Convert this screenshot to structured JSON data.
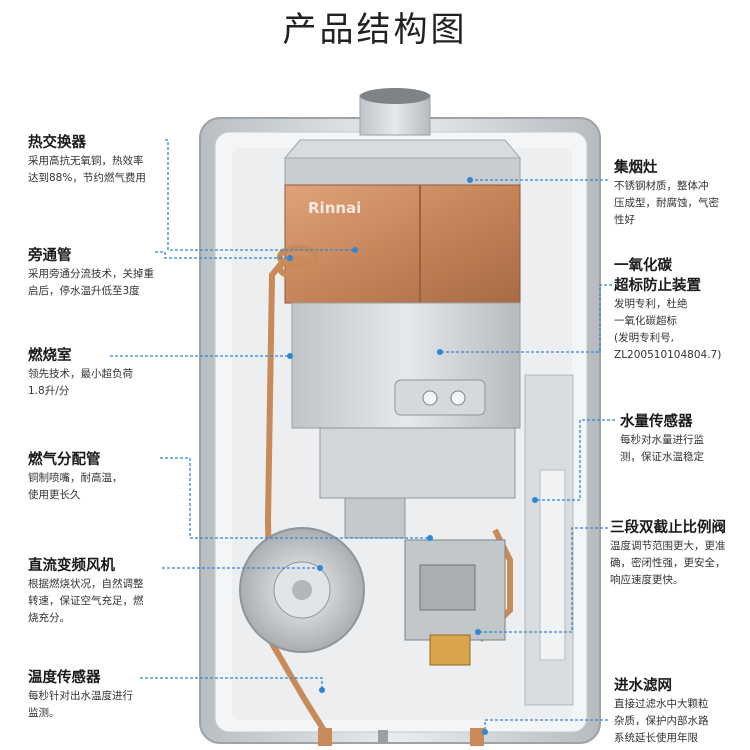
{
  "title": "产品结构图",
  "brand": "Rinnai",
  "left_labels": [
    {
      "id": "heat-exchanger",
      "heading": "热交换器",
      "desc": [
        "采用高抗无氧铜，热效率",
        "达到88%，节约燃气费用"
      ]
    },
    {
      "id": "bypass-pipe",
      "heading": "旁通管",
      "desc": [
        "采用旁通分流技术，关掉重",
        "启后，停水温升低至3度"
      ]
    },
    {
      "id": "combustion-chamber",
      "heading": "燃烧室",
      "desc": [
        "领先技术，最小超负荷",
        "1.8升/分"
      ]
    },
    {
      "id": "gas-manifold",
      "heading": "燃气分配管",
      "desc": [
        "铜制喷嘴，耐高温，",
        "使用更长久"
      ]
    },
    {
      "id": "dc-fan",
      "heading": "直流变频风机",
      "desc": [
        "根据燃烧状况，自然调整",
        "转速，保证空气充足，燃",
        "烧充分。"
      ]
    },
    {
      "id": "temp-sensor",
      "heading": "温度传感器",
      "desc": [
        "每秒针对出水温度进行",
        "监测。"
      ]
    }
  ],
  "right_labels": [
    {
      "id": "smoke-collector",
      "heading": "集烟灶",
      "heading2": "",
      "desc": [
        "不锈钢材质，整体冲",
        "压成型，耐腐蚀，气密",
        "性好"
      ]
    },
    {
      "id": "co-protection",
      "heading": "一氧化碳",
      "heading2": "超标防止装置",
      "desc": [
        "发明专利，杜绝",
        "一氧化碳超标",
        "(发明专利号,",
        "ZL200510104804.7)"
      ]
    },
    {
      "id": "water-sensor",
      "heading": "水量传感器",
      "heading2": "",
      "desc": [
        "每秒对水量进行监",
        "测，保证水温稳定"
      ]
    },
    {
      "id": "valve",
      "heading": "三段双截止比例阀",
      "heading2": "",
      "desc": [
        "温度调节范围更大，更准",
        "确，密闭性强，更安全，",
        "响应速度更快。"
      ]
    },
    {
      "id": "water-filter",
      "heading": "进水滤网",
      "heading2": "",
      "desc": [
        "直接过滤水中大颗粒",
        "杂质，保护内部水路",
        "系统延长使用年限"
      ]
    }
  ],
  "colors": {
    "leader": "#2f86d6",
    "copper": "#c98a5a",
    "steel": "#cfd3d6"
  }
}
